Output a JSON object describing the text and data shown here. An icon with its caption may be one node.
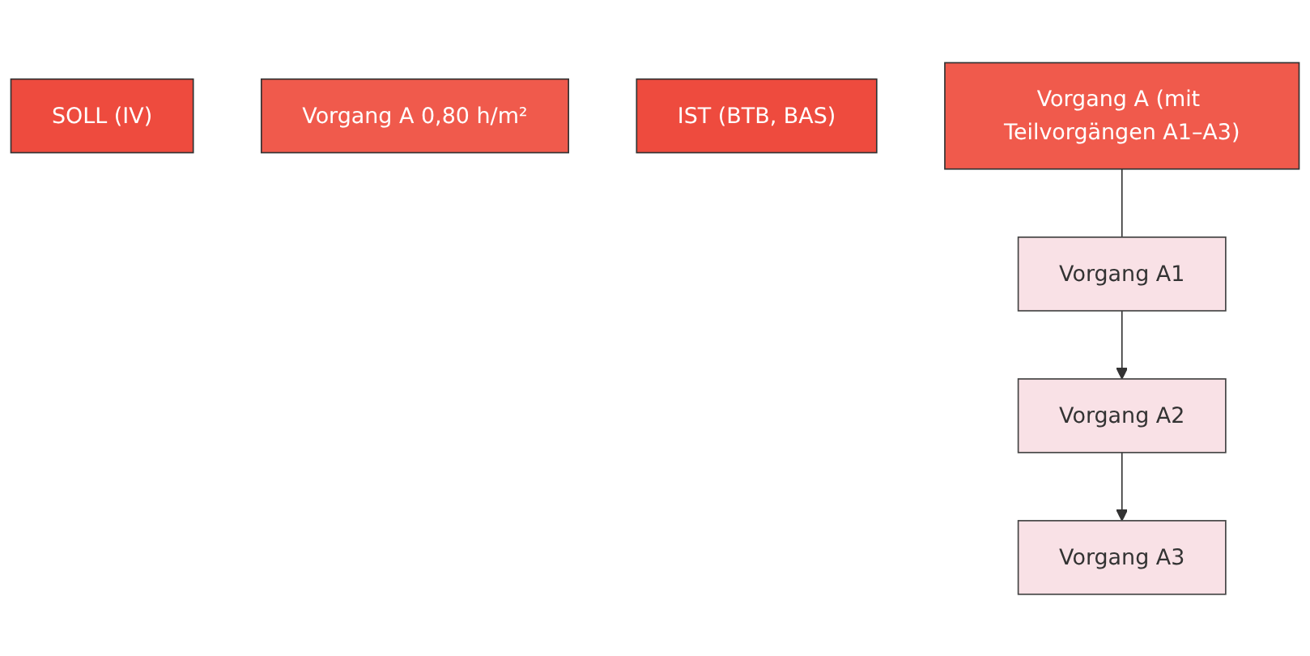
{
  "diagram": {
    "nodes": [
      {
        "text": [
          "SOLL (IV)"
        ]
      },
      {
        "text": [
          "Vorgang A 0,80 h/m²"
        ]
      },
      {
        "text": [
          "IST (BTB, BAS)"
        ]
      },
      {
        "text": [
          "Vorgang A (mit Teilvorgängen A1–A3)"
        ]
      },
      {
        "text": [
          "Vorgang A1"
        ]
      },
      {
        "text": [
          "Vorgang A2"
        ]
      },
      {
        "text": [
          "Vorgang A3"
        ]
      }
    ],
    "edges": [
      {
        "from": 3,
        "to": 4,
        "arrow": "none"
      },
      {
        "from": 4,
        "to": 5,
        "arrow": "to"
      },
      {
        "from": 5,
        "to": 6,
        "arrow": "to"
      }
    ]
  }
}
